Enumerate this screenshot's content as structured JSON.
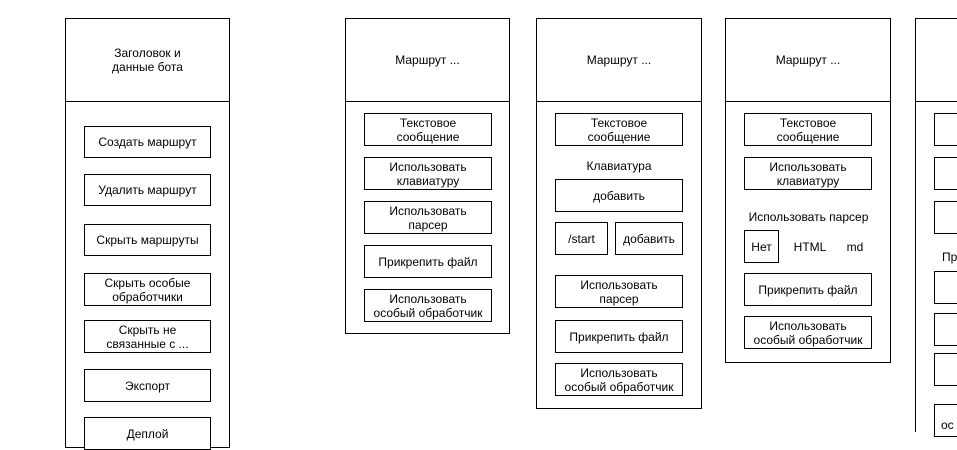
{
  "panels": {
    "main": {
      "header": "Заголовок и\nданные бота",
      "buttons": [
        "Создать маршрут",
        "Удалить маршрут",
        "Скрыть маршруты",
        "Скрыть особые\nобработчики",
        "Скрыть не\nсвязанные с ...",
        "Экспорт",
        "Деплой"
      ]
    },
    "route_basic": {
      "header": "Маршрут ...",
      "buttons": [
        "Текстовое\nсообщение",
        "Использовать\nклавиатуру",
        "Использовать\nпарсер",
        "Прикрепить файл",
        "Использовать\nособый обработчик"
      ]
    },
    "route_keyboard": {
      "header": "Маршрут ...",
      "text_message": "Текстовое\nсообщение",
      "keyboard_label": "Клавиатура",
      "add_label": "добавить",
      "start_label": "/start",
      "add_row_label": "добавить",
      "buttons": [
        "Использовать\nпарсер",
        "Прикрепить файл",
        "Использовать\nособый обработчик"
      ]
    },
    "route_parser": {
      "header": "Маршрут ...",
      "buttons_top": [
        "Текстовое\nсообщение",
        "Использовать\nклавиатуру"
      ],
      "parser_label": "Использовать парсер",
      "parser_options": [
        "Нет",
        "HTML",
        "md"
      ],
      "buttons_bottom": [
        "Прикрепить файл",
        "Использовать\nособый обработчик"
      ]
    },
    "route_partial": {
      "visible_label": "Пр",
      "bottom_label": "ос"
    }
  }
}
